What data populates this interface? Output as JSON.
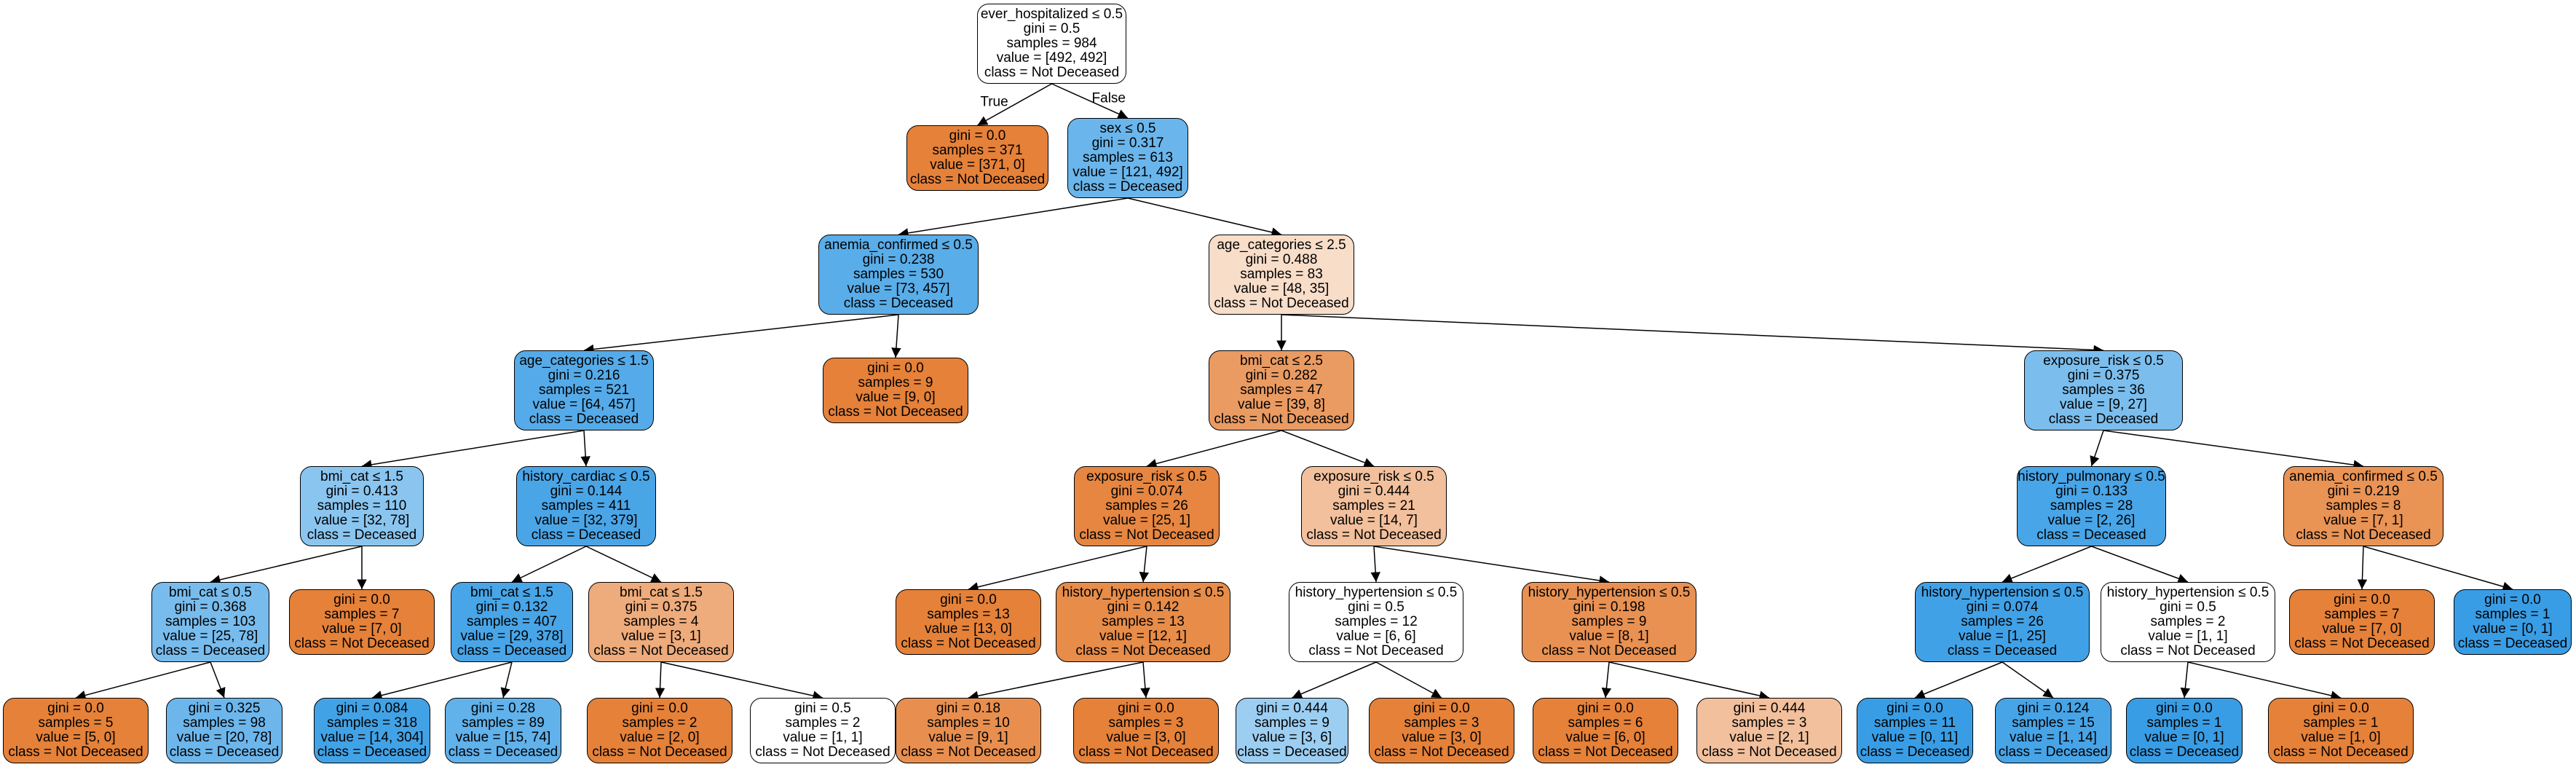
{
  "tree": {
    "nodes": [
      {
        "id": 0,
        "lines": [
          "ever_hospitalized ≤ 0.5",
          "gini = 0.5",
          "samples = 984",
          "value = [492, 492]",
          "class = Not Deceased"
        ],
        "fill": "#ffffff"
      },
      {
        "id": 1,
        "lines": [
          "gini = 0.0",
          "samples = 371",
          "value = [371, 0]",
          "class = Not Deceased"
        ],
        "fill": "#e58139"
      },
      {
        "id": 2,
        "lines": [
          "sex ≤ 0.5",
          "gini = 0.317",
          "samples = 613",
          "value = [121, 492]",
          "class = Deceased"
        ],
        "fill": "#6ab6ec"
      },
      {
        "id": 3,
        "lines": [
          "anemia_confirmed ≤ 0.5",
          "gini = 0.238",
          "samples = 530",
          "value = [73, 457]",
          "class = Deceased"
        ],
        "fill": "#59ade9"
      },
      {
        "id": 4,
        "lines": [
          "age_categories ≤ 2.5",
          "gini = 0.488",
          "samples = 83",
          "value = [48, 35]",
          "class = Not Deceased"
        ],
        "fill": "#f8ddc9"
      },
      {
        "id": 5,
        "lines": [
          "age_categories ≤ 1.5",
          "gini = 0.216",
          "samples = 521",
          "value = [64, 457]",
          "class = Deceased"
        ],
        "fill": "#55abe9"
      },
      {
        "id": 6,
        "lines": [
          "gini = 0.0",
          "samples = 9",
          "value = [9, 0]",
          "class = Not Deceased"
        ],
        "fill": "#e58139"
      },
      {
        "id": 7,
        "lines": [
          "bmi_cat ≤ 2.5",
          "gini = 0.282",
          "samples = 47",
          "value = [39, 8]",
          "class = Not Deceased"
        ],
        "fill": "#ea9b62"
      },
      {
        "id": 8,
        "lines": [
          "exposure_risk ≤ 0.5",
          "gini = 0.375",
          "samples = 36",
          "value = [9, 27]",
          "class = Deceased"
        ],
        "fill": "#7bbeee"
      },
      {
        "id": 9,
        "lines": [
          "bmi_cat ≤ 1.5",
          "gini = 0.413",
          "samples = 110",
          "value = [32, 78]",
          "class = Deceased"
        ],
        "fill": "#8ac5f0"
      },
      {
        "id": 10,
        "lines": [
          "history_cardiac ≤ 0.5",
          "gini = 0.144",
          "samples = 411",
          "value = [32, 379]",
          "class = Deceased"
        ],
        "fill": "#4aa5e7"
      },
      {
        "id": 11,
        "lines": [
          "exposure_risk ≤ 0.5",
          "gini = 0.074",
          "samples = 26",
          "value = [25, 1]",
          "class = Not Deceased"
        ],
        "fill": "#e68641"
      },
      {
        "id": 12,
        "lines": [
          "exposure_risk ≤ 0.5",
          "gini = 0.444",
          "samples = 21",
          "value = [14, 7]",
          "class = Not Deceased"
        ],
        "fill": "#f2c09c"
      },
      {
        "id": 13,
        "lines": [
          "history_pulmonary ≤ 0.5",
          "gini = 0.133",
          "samples = 28",
          "value = [2, 26]",
          "class = Deceased"
        ],
        "fill": "#48a5e7"
      },
      {
        "id": 14,
        "lines": [
          "anemia_confirmed ≤ 0.5",
          "gini = 0.219",
          "samples = 8",
          "value = [7, 1]",
          "class = Not Deceased"
        ],
        "fill": "#e99355"
      },
      {
        "id": 15,
        "lines": [
          "bmi_cat ≤ 0.5",
          "gini = 0.368",
          "samples = 103",
          "value = [25, 78]",
          "class = Deceased"
        ],
        "fill": "#78bced"
      },
      {
        "id": 16,
        "lines": [
          "gini = 0.0",
          "samples = 7",
          "value = [7, 0]",
          "class = Not Deceased"
        ],
        "fill": "#e58139"
      },
      {
        "id": 17,
        "lines": [
          "bmi_cat ≤ 1.5",
          "gini = 0.132",
          "samples = 407",
          "value = [29, 378]",
          "class = Deceased"
        ],
        "fill": "#48a5e7"
      },
      {
        "id": 18,
        "lines": [
          "bmi_cat ≤ 1.5",
          "gini = 0.375",
          "samples = 4",
          "value = [3, 1]",
          "class = Not Deceased"
        ],
        "fill": "#eeab7b"
      },
      {
        "id": 19,
        "lines": [
          "gini = 0.0",
          "samples = 13",
          "value = [13, 0]",
          "class = Not Deceased"
        ],
        "fill": "#e58139"
      },
      {
        "id": 20,
        "lines": [
          "history_hypertension ≤ 0.5",
          "gini = 0.142",
          "samples = 13",
          "value = [12, 1]",
          "class = Not Deceased"
        ],
        "fill": "#e78c49"
      },
      {
        "id": 21,
        "lines": [
          "history_hypertension ≤ 0.5",
          "gini = 0.5",
          "samples = 12",
          "value = [6, 6]",
          "class = Not Deceased"
        ],
        "fill": "#ffffff"
      },
      {
        "id": 22,
        "lines": [
          "history_hypertension ≤ 0.5",
          "gini = 0.198",
          "samples = 9",
          "value = [8, 1]",
          "class = Not Deceased"
        ],
        "fill": "#e89152"
      },
      {
        "id": 23,
        "lines": [
          "history_hypertension ≤ 0.5",
          "gini = 0.074",
          "samples = 26",
          "value = [1, 25]",
          "class = Deceased"
        ],
        "fill": "#41a1e6"
      },
      {
        "id": 24,
        "lines": [
          "history_hypertension ≤ 0.5",
          "gini = 0.5",
          "samples = 2",
          "value = [1, 1]",
          "class = Not Deceased"
        ],
        "fill": "#ffffff"
      },
      {
        "id": 25,
        "lines": [
          "gini = 0.0",
          "samples = 7",
          "value = [7, 0]",
          "class = Not Deceased"
        ],
        "fill": "#e58139"
      },
      {
        "id": 26,
        "lines": [
          "gini = 0.0",
          "samples = 1",
          "value = [0, 1]",
          "class = Deceased"
        ],
        "fill": "#399de5"
      },
      {
        "id": 27,
        "lines": [
          "gini = 0.0",
          "samples = 5",
          "value = [5, 0]",
          "class = Not Deceased"
        ],
        "fill": "#e58139"
      },
      {
        "id": 28,
        "lines": [
          "gini = 0.325",
          "samples = 98",
          "value = [20, 78]",
          "class = Deceased"
        ],
        "fill": "#6cb6ec"
      },
      {
        "id": 29,
        "lines": [
          "gini = 0.084",
          "samples = 318",
          "value = [14, 304]",
          "class = Deceased"
        ],
        "fill": "#42a2e6"
      },
      {
        "id": 30,
        "lines": [
          "gini = 0.28",
          "samples = 89",
          "value = [15, 74]",
          "class = Deceased"
        ],
        "fill": "#61b1ea"
      },
      {
        "id": 31,
        "lines": [
          "gini = 0.0",
          "samples = 2",
          "value = [2, 0]",
          "class = Not Deceased"
        ],
        "fill": "#e58139"
      },
      {
        "id": 32,
        "lines": [
          "gini = 0.5",
          "samples = 2",
          "value = [1, 1]",
          "class = Not Deceased"
        ],
        "fill": "#ffffff"
      },
      {
        "id": 33,
        "lines": [
          "gini = 0.18",
          "samples = 10",
          "value = [9, 1]",
          "class = Not Deceased"
        ],
        "fill": "#e88f4f"
      },
      {
        "id": 34,
        "lines": [
          "gini = 0.0",
          "samples = 3",
          "value = [3, 0]",
          "class = Not Deceased"
        ],
        "fill": "#e58139"
      },
      {
        "id": 35,
        "lines": [
          "gini = 0.444",
          "samples = 9",
          "value = [3, 6]",
          "class = Deceased"
        ],
        "fill": "#9ccef2"
      },
      {
        "id": 36,
        "lines": [
          "gini = 0.0",
          "samples = 3",
          "value = [3, 0]",
          "class = Not Deceased"
        ],
        "fill": "#e58139"
      },
      {
        "id": 37,
        "lines": [
          "gini = 0.0",
          "samples = 6",
          "value = [6, 0]",
          "class = Not Deceased"
        ],
        "fill": "#e58139"
      },
      {
        "id": 38,
        "lines": [
          "gini = 0.444",
          "samples = 3",
          "value = [2, 1]",
          "class = Not Deceased"
        ],
        "fill": "#f2c09c"
      },
      {
        "id": 39,
        "lines": [
          "gini = 0.0",
          "samples = 11",
          "value = [0, 11]",
          "class = Deceased"
        ],
        "fill": "#399de5"
      },
      {
        "id": 40,
        "lines": [
          "gini = 0.124",
          "samples = 15",
          "value = [1, 14]",
          "class = Deceased"
        ],
        "fill": "#47a4e7"
      },
      {
        "id": 41,
        "lines": [
          "gini = 0.0",
          "samples = 1",
          "value = [0, 1]",
          "class = Deceased"
        ],
        "fill": "#399de5"
      },
      {
        "id": 42,
        "lines": [
          "gini = 0.0",
          "samples = 1",
          "value = [1, 0]",
          "class = Not Deceased"
        ],
        "fill": "#e58139"
      }
    ],
    "edges": [
      {
        "from": 0,
        "to": 1,
        "label": "True"
      },
      {
        "from": 0,
        "to": 2,
        "label": "False"
      },
      {
        "from": 2,
        "to": 3
      },
      {
        "from": 2,
        "to": 4
      },
      {
        "from": 3,
        "to": 5
      },
      {
        "from": 3,
        "to": 6
      },
      {
        "from": 4,
        "to": 7
      },
      {
        "from": 4,
        "to": 8
      },
      {
        "from": 5,
        "to": 9
      },
      {
        "from": 5,
        "to": 10
      },
      {
        "from": 7,
        "to": 11
      },
      {
        "from": 7,
        "to": 12
      },
      {
        "from": 8,
        "to": 13
      },
      {
        "from": 8,
        "to": 14
      },
      {
        "from": 9,
        "to": 15
      },
      {
        "from": 9,
        "to": 16
      },
      {
        "from": 10,
        "to": 17
      },
      {
        "from": 10,
        "to": 18
      },
      {
        "from": 11,
        "to": 19
      },
      {
        "from": 11,
        "to": 20
      },
      {
        "from": 12,
        "to": 21
      },
      {
        "from": 12,
        "to": 22
      },
      {
        "from": 13,
        "to": 23
      },
      {
        "from": 13,
        "to": 24
      },
      {
        "from": 14,
        "to": 25
      },
      {
        "from": 14,
        "to": 26
      },
      {
        "from": 15,
        "to": 27
      },
      {
        "from": 15,
        "to": 28
      },
      {
        "from": 17,
        "to": 29
      },
      {
        "from": 17,
        "to": 30
      },
      {
        "from": 18,
        "to": 31
      },
      {
        "from": 18,
        "to": 32
      },
      {
        "from": 20,
        "to": 33
      },
      {
        "from": 20,
        "to": 34
      },
      {
        "from": 21,
        "to": 35
      },
      {
        "from": 21,
        "to": 36
      },
      {
        "from": 22,
        "to": 37
      },
      {
        "from": 22,
        "to": 38
      },
      {
        "from": 23,
        "to": 39
      },
      {
        "from": 23,
        "to": 40
      },
      {
        "from": 24,
        "to": 41
      },
      {
        "from": 24,
        "to": 42
      }
    ]
  }
}
